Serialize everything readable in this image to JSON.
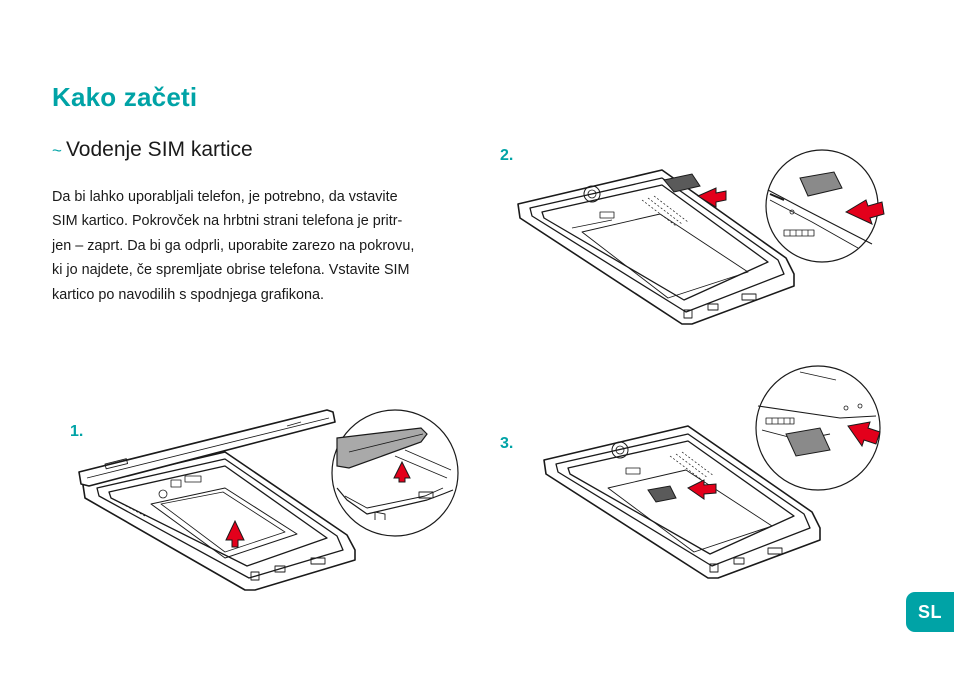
{
  "page": {
    "title": "Kako začeti",
    "section": {
      "marker": "~",
      "heading": "Vodenje SIM kartice"
    },
    "body_lines": [
      "Da bi lahko uporabljali telefon, je potrebno, da vstavite",
      "SIM kartico. Pokrovček na hrbtni strani telefona je pritr-",
      "jen – zaprt. Da bi ga odprli, uporabite zarezo na pokrovu,",
      "ki jo najdete, če spremljate obrise telefona. Vstavite SIM",
      "kartico po navodilih s spodnjega grafikona."
    ]
  },
  "steps": [
    {
      "number": "1."
    },
    {
      "number": "2."
    },
    {
      "number": "3."
    }
  ],
  "colors": {
    "accent": "#00a3a6",
    "arrow": "#e3001b"
  },
  "icons": [
    "up-arrow-icon",
    "left-arrow-icon",
    "sim-card-icon"
  ],
  "language_badge": "SL"
}
